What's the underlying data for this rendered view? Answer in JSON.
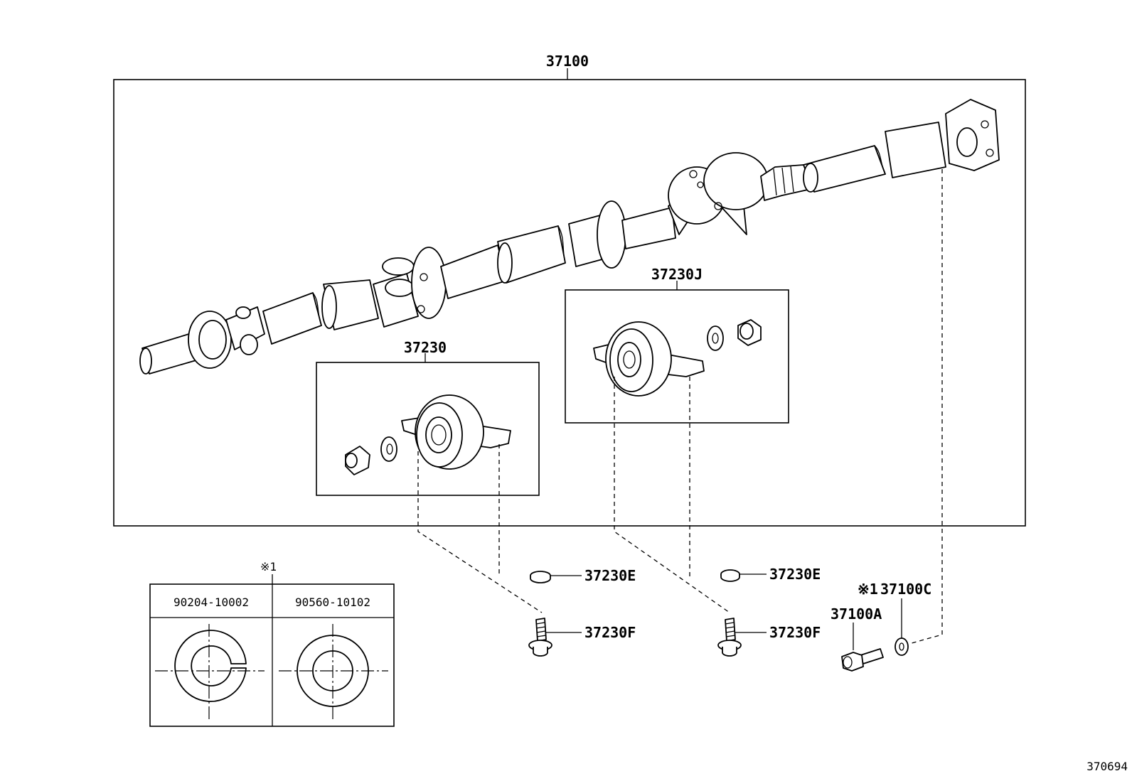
{
  "labels": {
    "assembly": "37100",
    "bearing_left": "37230",
    "bearing_right": "37230J",
    "washer_left": "37230E",
    "washer_right": "37230E",
    "bolt_left": "37230F",
    "bolt_right": "37230F",
    "bolt_flange": "37100A",
    "washer_flange": "37100C",
    "note_marker_flange": "※1",
    "note_marker_table": "※1",
    "diagram_id": "370694"
  },
  "table": {
    "col1_header": "90204-10002",
    "col2_header": "90560-10102"
  }
}
